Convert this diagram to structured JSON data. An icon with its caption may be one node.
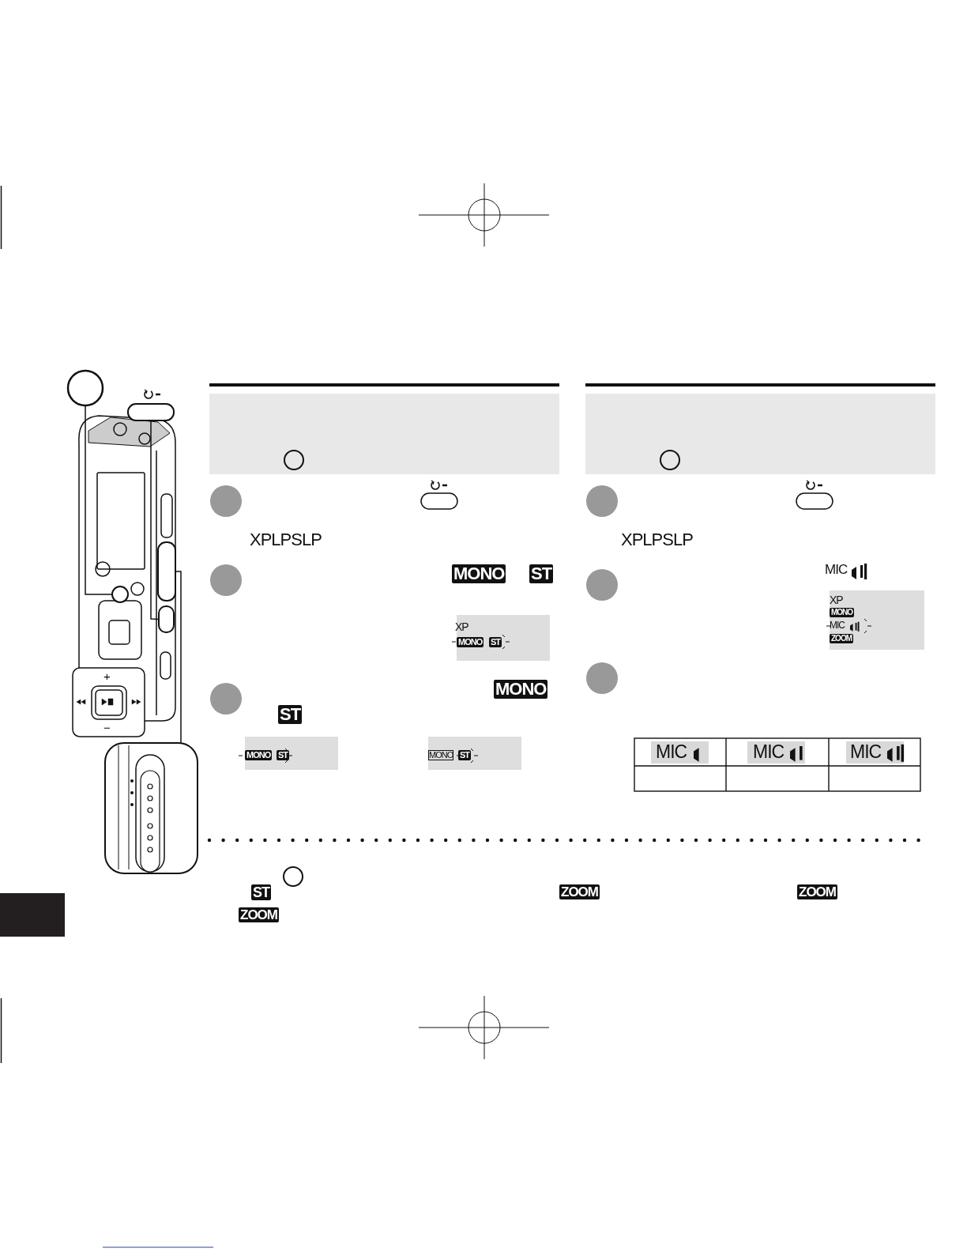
{
  "diagram": {
    "nodes": [
      {
        "text": [],
        "shape": "circle"
      },
      {
        "text": [],
        "shape": "box"
      },
      {
        "text": [],
        "shape": "circle"
      },
      {
        "text": [],
        "shape": "box"
      },
      {
        "text": [],
        "shape": "box"
      },
      {
        "text": [],
        "shape": "picture"
      }
    ],
    "edges": [
      {
        "from": 0,
        "to": 2,
        "arrow": "none"
      },
      {
        "from": 1,
        "to": 3,
        "arrow": "none"
      },
      {
        "from": 4,
        "to": 5,
        "arrow": "none"
      }
    ],
    "labels": [
      "+",
      "−",
      "XPLPSLP",
      "MONO",
      "ST",
      "XP",
      "MONO",
      "ST",
      "MONO",
      "ST",
      "MONO",
      "ST",
      "MONO",
      "ST",
      "XPLPSLP",
      "MIC",
      "XP",
      "MONO",
      "MIC",
      "ZOOM",
      "MIC",
      "MIC",
      "MIC",
      "ST",
      "ZOOM",
      "ZOOM",
      "ZOOM"
    ]
  }
}
